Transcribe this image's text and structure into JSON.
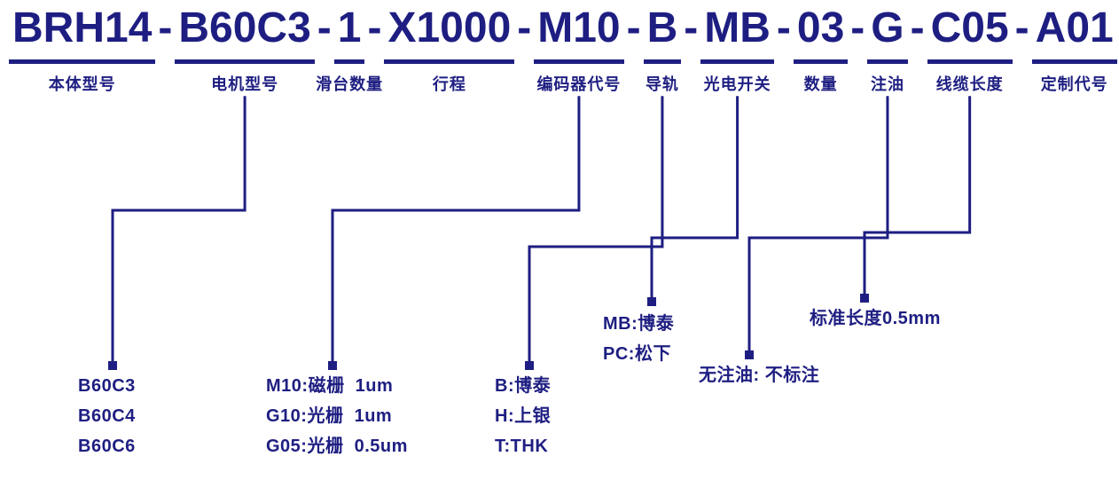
{
  "diagram": {
    "colors": {
      "ink": "#1e1e82",
      "background": "#ffffff"
    },
    "model_code": {
      "separator": "-",
      "full_code": "BRH14-B60C3-1-X1000-M10-B-MB-03-G-C05-A01",
      "segments": [
        {
          "code": "BRH14",
          "label": "本体型号"
        },
        {
          "code": "B60C3",
          "label": "电机型号"
        },
        {
          "code": "1",
          "label": "滑台数量"
        },
        {
          "code": "X1000",
          "label": "行程"
        },
        {
          "code": "M10",
          "label": "编码器代号"
        },
        {
          "code": "B",
          "label": "导轨"
        },
        {
          "code": "MB",
          "label": "光电开关"
        },
        {
          "code": "03",
          "label": "数量"
        },
        {
          "code": "G",
          "label": "注油"
        },
        {
          "code": "C05",
          "label": "线缆长度"
        },
        {
          "code": "A01",
          "label": "定制代号"
        }
      ]
    },
    "callouts": [
      {
        "for": "电机型号",
        "lines": [
          "B60C3",
          "B60C4",
          "B60C6"
        ]
      },
      {
        "for": "编码器代号",
        "lines": [
          "M10:磁栅  1um",
          "G10:光栅  1um",
          "G05:光栅  0.5um"
        ]
      },
      {
        "for": "导轨",
        "lines": [
          "B:博泰",
          "H:上银",
          "T:THK"
        ]
      },
      {
        "for": "光电开关",
        "lines": [
          "MB:博泰",
          "PC:松下"
        ]
      },
      {
        "for": "注油",
        "lines": [
          "无注油: 不标注"
        ]
      },
      {
        "for": "线缆长度",
        "lines": [
          "标准长度0.5mm"
        ]
      }
    ]
  }
}
